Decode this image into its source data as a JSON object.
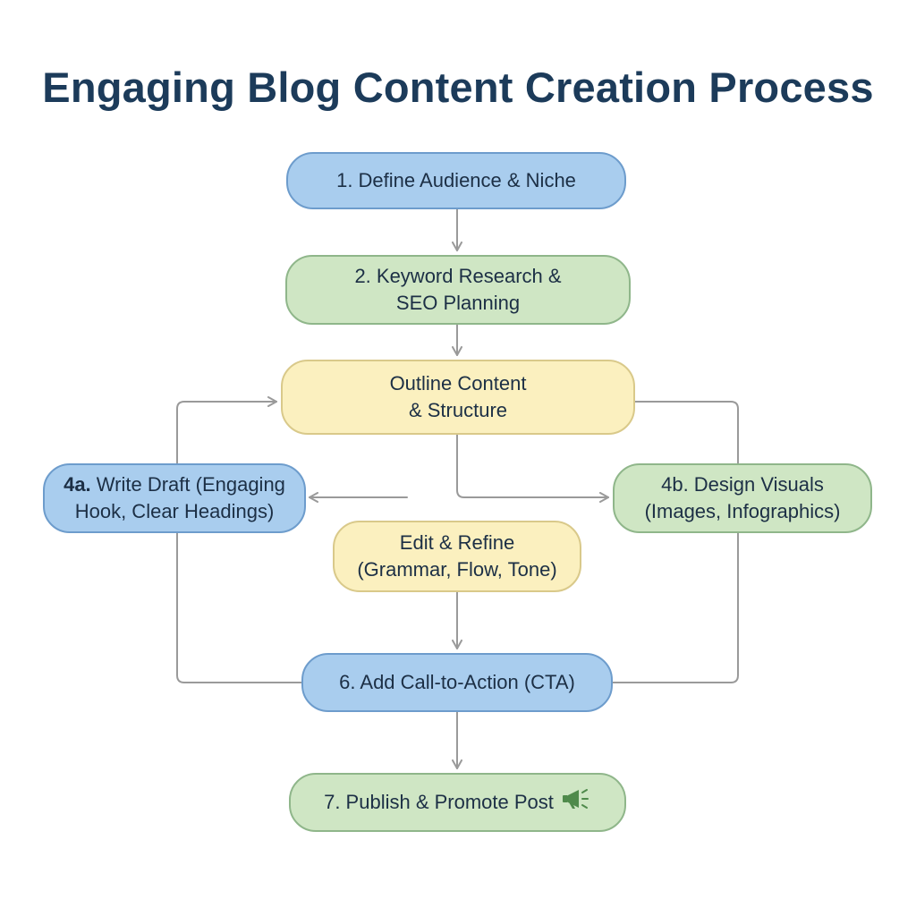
{
  "title": "Engaging Blog Content Creation Process",
  "colors": {
    "blue_fill": "#a9cdee",
    "green_fill": "#cfe6c4",
    "yellow_fill": "#fbf0bf",
    "title_text": "#1c3b5a",
    "connector": "#9a9a9a"
  },
  "nodes": {
    "define": {
      "line1": "1. Define Audience & Niche"
    },
    "keyword": {
      "line1": "2. Keyword Research &",
      "line2": "SEO Planning"
    },
    "outline": {
      "line1": "Outline Content",
      "line2": "& Structure"
    },
    "draft": {
      "prefix": "4a.",
      "line1_rest": " Write Draft (Engaging",
      "line2": "Hook, Clear Headings)"
    },
    "visuals": {
      "line1": "4b. Design Visuals",
      "line2": "(Images, Infographics)"
    },
    "edit": {
      "line1": "Edit & Refine",
      "line2": "(Grammar, Flow, Tone)"
    },
    "cta": {
      "line1": "6. Add Call-to-Action (CTA)"
    },
    "publish": {
      "line1": "7. Publish & Promote Post",
      "icon": "megaphone-icon"
    }
  }
}
